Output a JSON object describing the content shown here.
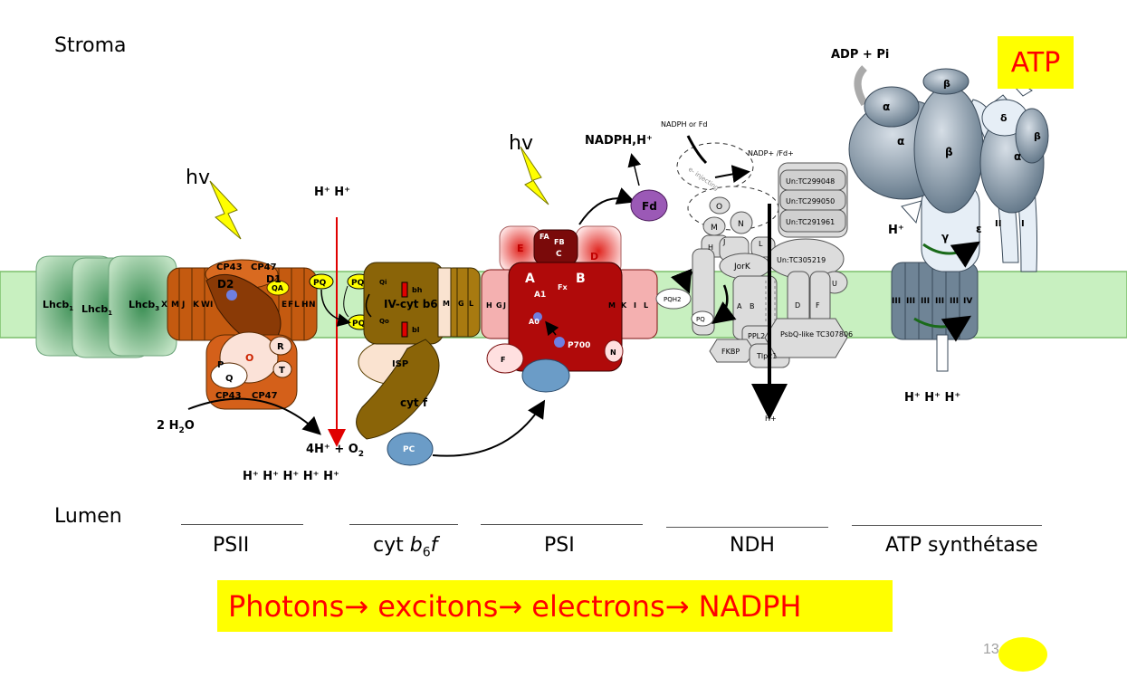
{
  "regions": {
    "stroma": "Stroma",
    "lumen": "Lumen"
  },
  "complexes": {
    "psii": {
      "label": "PSII"
    },
    "cytb6f": {
      "label_main": "cyt ",
      "label_b": "b",
      "label_sub": "6",
      "label_f": "f"
    },
    "psi": {
      "label": "PSI"
    },
    "ndh": {
      "label": "NDH"
    },
    "atp_synthase": {
      "label": "ATP synthétase"
    }
  },
  "light": {
    "hv1": "hv",
    "hv2": "hv"
  },
  "protons": {
    "cyt_stroma": "H⁺  H⁺",
    "psii_lumen": "H⁺  H⁺  H⁺  H⁺  H⁺",
    "atp_lumen": "H⁺  H⁺  H⁺",
    "atp_stroma": "H⁺",
    "ndh_lumen": "H+"
  },
  "water": {
    "left": "2 H",
    "sub": "2",
    "right": "O"
  },
  "oxygen": {
    "left": "4H⁺ + O",
    "sub": "2"
  },
  "products": {
    "nadph": "NADPH,H⁺",
    "nadph_or_fd": "NADPH or Fd",
    "nadp_fd": "NADP+ /Fd+",
    "adp_pi": "ADP + Pi",
    "atp": "ATP"
  },
  "lhc": {
    "lhcb1": "Lhcb",
    "lhcb2": "Lhcb",
    "lhcb3": "Lhcb",
    "sub1": "1",
    "sub2": "1",
    "sub3": "3"
  },
  "psii_sub": [
    "CP43",
    "CP47",
    "D2",
    "D1",
    "QA",
    "O",
    "P",
    "Q",
    "R",
    "T",
    "CP43",
    "CP47",
    "X",
    "M",
    "J",
    "K",
    "W",
    "I",
    "E",
    "F",
    "L",
    "H",
    "N"
  ],
  "cyt_sub": [
    "PQ",
    "PQ",
    "PQ",
    "Qi",
    "Qo",
    "bh",
    "bl",
    "IV-cyt b6",
    "ISP",
    "cyt f",
    "PC",
    "M",
    "G",
    "L"
  ],
  "psi_sub": [
    "E",
    "D",
    "C",
    "FA",
    "FB",
    "A",
    "B",
    "A1",
    "Fx",
    "A0",
    "P700",
    "F",
    "H",
    "G",
    "J",
    "M",
    "K",
    "I",
    "L",
    "N"
  ],
  "ndh_sub": [
    "O",
    "M",
    "N",
    "H",
    "J",
    "L",
    "JorK",
    "PQH2",
    "PQ",
    "A",
    "B",
    "PPL2",
    "FKBP",
    "Tlp21",
    "Un:TC299048",
    "Un:TC299050",
    "Un:TC291961",
    "Un:TC305219",
    "U",
    "D",
    "F",
    "PsbQ-like TC307806"
  ],
  "ndh_injecting": "e- injecting",
  "fd": "Fd",
  "atp_sub": [
    "α",
    "β",
    "α",
    "β",
    "δ",
    "β",
    "α",
    "γ",
    "ε",
    "II",
    "I",
    "III",
    "III",
    "III",
    "III",
    "III",
    "IV"
  ],
  "banner": "Photons→ excitons→ electrons→ NADPH",
  "page_number": "13",
  "colors": {
    "membrane": "#c8f0c0",
    "membrane_edge": "#7cbf6c",
    "lhc": "#8fc79a",
    "psii": "#c45a10",
    "cyt": "#8a6408",
    "psi": "#b00a0a",
    "ndh": "#c8c8c8",
    "atp": "#8fa4b6",
    "banner_bg": "#ffff00",
    "banner_text": "#ff0000",
    "fd": "#9b59b6",
    "pc": "#6b9cc7"
  }
}
